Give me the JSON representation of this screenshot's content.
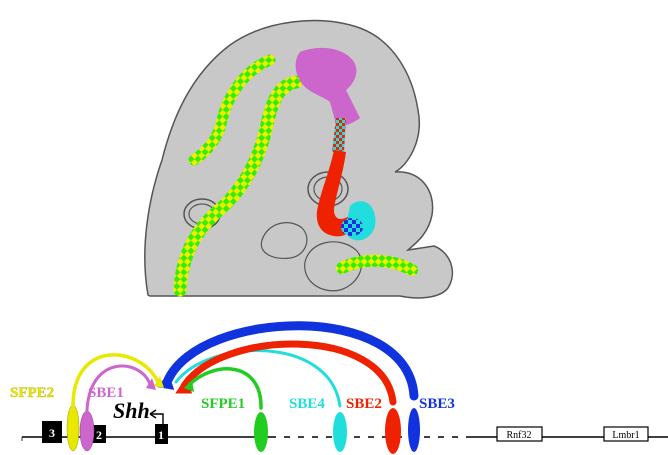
{
  "figure": {
    "gene_label": "Shh",
    "exons": [
      "3",
      "2",
      "1"
    ],
    "neighbor_genes": [
      "Rnf32",
      "Lmbr1"
    ],
    "enhancers": [
      {
        "label": "SFPE2",
        "color": "#e8e800"
      },
      {
        "label": "SBE1",
        "color": "#cc66cc"
      },
      {
        "label": "SFPE1",
        "color": "#22cc22"
      },
      {
        "label": "SBE4",
        "color": "#22dddd"
      },
      {
        "label": "SBE2",
        "color": "#ee2200"
      },
      {
        "label": "SBE3",
        "color": "#1133dd"
      }
    ],
    "colors": {
      "embryo": "#c8c8c8",
      "outline": "#555555",
      "pattern_green": "#33ee00",
      "pattern_yellow": "#eeee00",
      "midbrain": "#cc66cc",
      "floorplate": "#ee2200",
      "zli": "#22dddd",
      "zli_blue": "#1133dd"
    }
  }
}
